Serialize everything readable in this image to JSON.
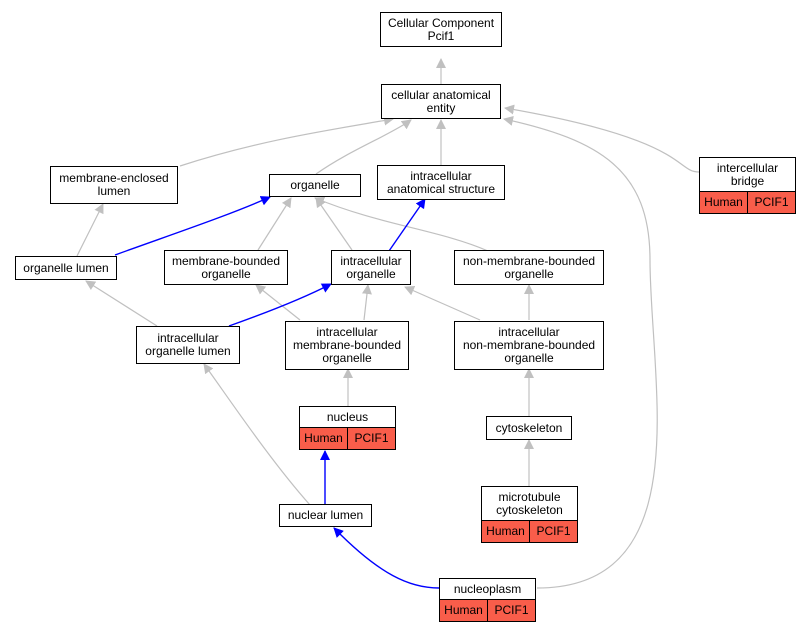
{
  "nodes": {
    "root": {
      "line1": "Cellular Component",
      "line2": "Pcif1"
    },
    "cae": {
      "line1": "cellular anatomical",
      "line2": "entity"
    },
    "mel": {
      "line1": "membrane-enclosed",
      "line2": "lumen"
    },
    "organelle": {
      "line1": "organelle"
    },
    "ias": {
      "line1": "intracellular",
      "line2": "anatomical structure"
    },
    "icb": {
      "line1": "intercellular",
      "line2": "bridge"
    },
    "olumen": {
      "line1": "organelle lumen"
    },
    "mbo": {
      "line1": "membrane-bounded",
      "line2": "organelle"
    },
    "io": {
      "line1": "intracellular",
      "line2": "organelle"
    },
    "nmbo": {
      "line1": "non-membrane-bounded",
      "line2": "organelle"
    },
    "iol": {
      "line1": "intracellular",
      "line2": "organelle lumen"
    },
    "imbo": {
      "line1": "intracellular",
      "line2": "membrane-bounded",
      "line3": "organelle"
    },
    "inmbo": {
      "line1": "intracellular",
      "line2": "non-membrane-bounded",
      "line3": "organelle"
    },
    "nucleus": {
      "line1": "nucleus"
    },
    "cyto": {
      "line1": "cytoskeleton"
    },
    "nlumen": {
      "line1": "nuclear lumen"
    },
    "mtc": {
      "line1": "microtubule",
      "line2": "cytoskeleton"
    },
    "np": {
      "line1": "nucleoplasm"
    }
  },
  "annotations": {
    "icb": {
      "species": "Human",
      "gene": "PCIF1"
    },
    "nucleus": {
      "species": "Human",
      "gene": "PCIF1"
    },
    "mtc": {
      "species": "Human",
      "gene": "PCIF1"
    },
    "np": {
      "species": "Human",
      "gene": "PCIF1"
    }
  },
  "colors": {
    "is_a_edge": "#c0c0c0",
    "part_of_edge": "#0000ff",
    "annotation_fill": "#f95d4a"
  }
}
